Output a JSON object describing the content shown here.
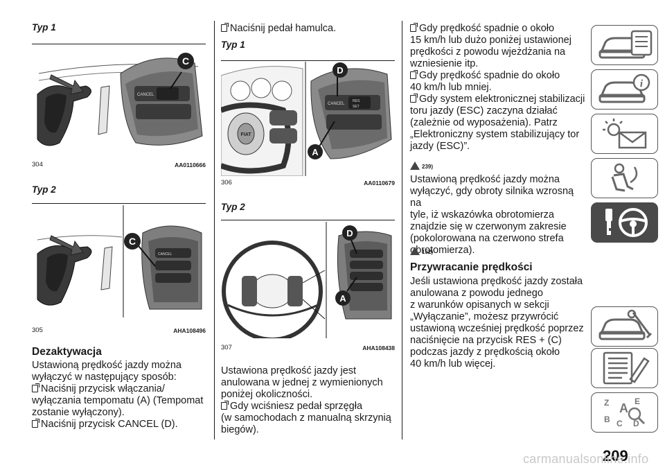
{
  "col1": {
    "typ1": "Typ 1",
    "fig304": {
      "no": "304",
      "code": "AA0110666"
    },
    "typ2": "Typ 2",
    "fig305": {
      "no": "305",
      "code": "AHA108496"
    },
    "heading": "Dezaktywacja",
    "lines": [
      "Ustawioną prędkość jazdy można",
      "wyłączyć w następujący sposób:",
      "Naciśnij przycisk włączania/",
      "wyłączania tempomatu (A) (Tempomat",
      "zostanie wyłączony).",
      "Naciśnij przycisk CANCEL (D)."
    ]
  },
  "col2": {
    "top_line": "Naciśnij pedał hamulca.",
    "typ1": "Typ 1",
    "fig306": {
      "no": "306",
      "code": "AA0110679"
    },
    "typ2": "Typ 2",
    "fig307": {
      "no": "307",
      "code": "AHA108438"
    },
    "lines": [
      "Ustawiona prędkość jazdy jest",
      "anulowana w jednej z wymienionych",
      "poniżej okoliczności.",
      "Gdy wciśniesz pedał sprzęgła",
      "(w samochodach z manualną skrzynią",
      "biegów)."
    ]
  },
  "col3": {
    "lines_a": [
      "Gdy prędkość spadnie o około",
      "15 km/h lub dużo poniżej ustawionej",
      "prędkości z powodu wjeżdżania na",
      "wzniesienie itp.",
      "Gdy prędkość spadnie do około",
      "40 km/h lub mniej.",
      "Gdy system elektronicznej stabilizacji",
      "toru jazdy (ESC) zaczyna działać",
      "(zależnie od wyposażenia). Patrz",
      "„Elektroniczny system stabilizujący tor",
      "jazdy (ESC)”."
    ],
    "note1": "239)",
    "lines_b": [
      "Ustawioną prędkość jazdy można",
      "wyłączyć, gdy obroty silnika wzrosną na",
      "tyle, iż wskazówka obrotomierza",
      "znajdzie się w czerwonym zakresie",
      "(pokolorowana na czerwono strefa",
      "obrotomierza)."
    ],
    "note2": "152)",
    "heading": "Przywracanie prędkości",
    "lines_c": [
      "Jeśli ustawiona prędkość jazdy została",
      "anulowana z powodu jednego",
      "z warunków opisanych w sekcji",
      "„Wyłączanie”, możesz przywrócić",
      "ustawioną wcześniej prędkość poprzez",
      "naciśnięcie na przycisk RES + (C)",
      "podczas jazdy z prędkością około",
      "40 km/h lub więcej."
    ]
  },
  "figure_labels": {
    "c": "C",
    "d": "D",
    "a": "A",
    "cancel": "CANCEL",
    "res": "RES",
    "set": "SET",
    "fiat": "FIAT"
  },
  "page_number": "209",
  "watermark": "carmanualsonline.info",
  "sidebar_icons": [
    "car-info-icon",
    "car-alert-icon",
    "warning-lights-icon",
    "airbag-icon",
    "key-steering-icon",
    "car-repair-icon",
    "spec-list-icon",
    "index-icon"
  ],
  "colors": {
    "tab_active": "#4a4a4a",
    "ink": "#1a1a1a"
  }
}
